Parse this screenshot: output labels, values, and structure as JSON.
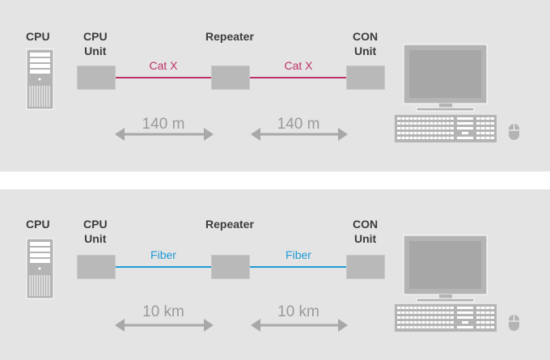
{
  "colors": {
    "panel_bg": "#e4e4e4",
    "box_fill": "#b9b9b9",
    "cat_cable": "#c0306a",
    "fiber_cable": "#1e9ad6",
    "arrow": "#a8a8a8",
    "device": "#b4b4b4"
  },
  "icons": [
    "pc-tower-icon",
    "monitor-icon",
    "keyboard-icon",
    "mouse-icon",
    "double-arrow-icon"
  ],
  "diagrams": [
    {
      "cpu_label": "CPU",
      "cpu_unit_label": [
        "CPU",
        "Unit"
      ],
      "repeater_label": "Repeater",
      "con_unit_label": [
        "CON",
        "Unit"
      ],
      "cable_left": "Cat X",
      "cable_right": "Cat X",
      "distance_left": "140 m",
      "distance_right": "140 m"
    },
    {
      "cpu_label": "CPU",
      "cpu_unit_label": [
        "CPU",
        "Unit"
      ],
      "repeater_label": "Repeater",
      "con_unit_label": [
        "CON",
        "Unit"
      ],
      "cable_left": "Fiber",
      "cable_right": "Fiber",
      "distance_left": "10 km",
      "distance_right": "10 km"
    }
  ]
}
